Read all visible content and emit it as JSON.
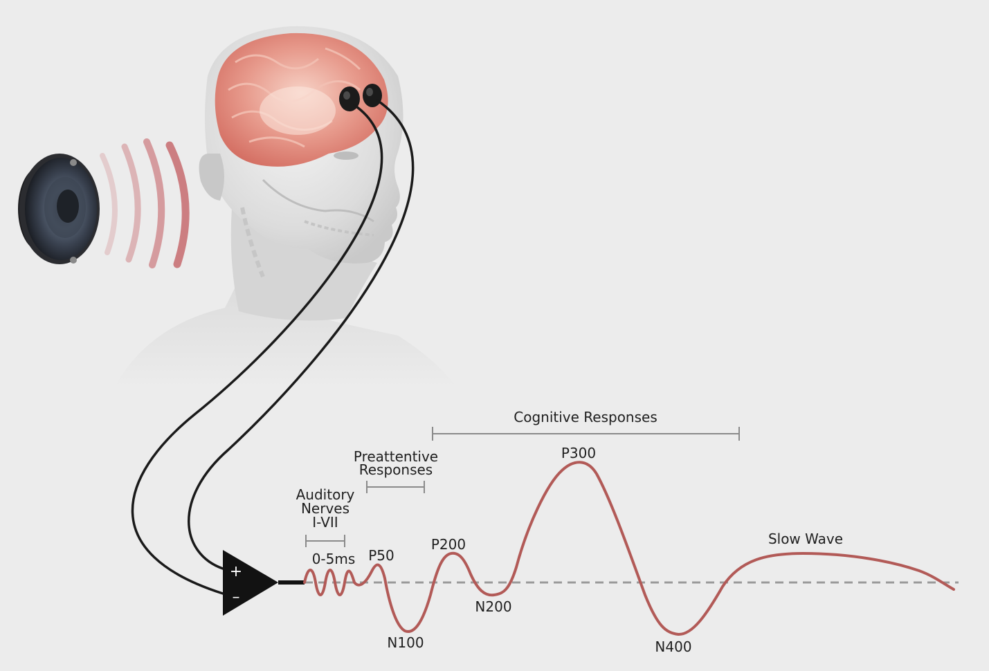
{
  "labels": {
    "cognitive": "Cognitive Responses",
    "preattentive_1": "Preattentive",
    "preattentive_2": "Responses",
    "auditory_1": "Auditory",
    "auditory_2": "Nerves",
    "auditory_3": "I-VII",
    "latency": "0-5ms",
    "p50": "P50",
    "n100": "N100",
    "p200": "P200",
    "n200": "N200",
    "p300": "P300",
    "n400": "N400",
    "slow_wave": "Slow Wave",
    "amp_plus": "+",
    "amp_minus": "–"
  },
  "colors": {
    "wave": "#b25a57",
    "baseline": "#9a9a9a",
    "bracket": "#8a8a8a",
    "cable": "#1a1a1a",
    "amplifier": "#121212",
    "brain": "#e08478",
    "sound_wave": "#c2595e"
  },
  "icons": {
    "speaker": "speaker-icon",
    "head": "human-head-illustration",
    "amplifier": "differential-amplifier-symbol"
  }
}
